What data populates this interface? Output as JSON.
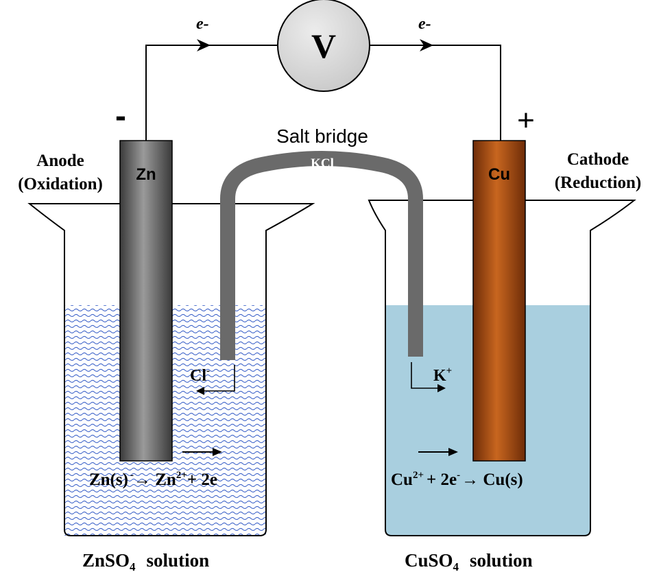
{
  "voltmeter": {
    "symbol": "V"
  },
  "wire": {
    "electron_left": "e-",
    "electron_right": "e-"
  },
  "electrodes": {
    "anode": {
      "symbol": "Zn",
      "sign": "-",
      "role": "Anode",
      "process": "(Oxidation)"
    },
    "cathode": {
      "symbol": "Cu",
      "sign": "+",
      "role": "Cathode",
      "process": "(Reduction)"
    }
  },
  "salt_bridge": {
    "label": "Salt bridge",
    "electrolyte": "KCl"
  },
  "ions": {
    "left": {
      "base": "Cl",
      "charge": "-"
    },
    "right": {
      "base": "K",
      "charge": "+"
    }
  },
  "reactions": {
    "left": {
      "p1": "Zn(s)",
      "p2": "-",
      "p3": "→ Zn",
      "p4": "2+",
      "p5": "+ 2e"
    },
    "right": {
      "p1": "Cu",
      "p2": "2+",
      "p3": "+ 2e",
      "p4": "-",
      "p5": "→ Cu(s)"
    }
  },
  "solutions": {
    "left": {
      "a": "ZnSO",
      "sub": "4",
      "b": "solution"
    },
    "right": {
      "a": "CuSO",
      "sub": "4",
      "b": "solution"
    }
  },
  "colors": {
    "zinc": "#6e6e6e",
    "copper": "#b5561e",
    "cuso4_solution": "#a9cfdf",
    "znso4_waves": "#3d63c9",
    "salt_bridge": "#6a6a6a",
    "voltmeter_fill": "#d9d9d9"
  }
}
